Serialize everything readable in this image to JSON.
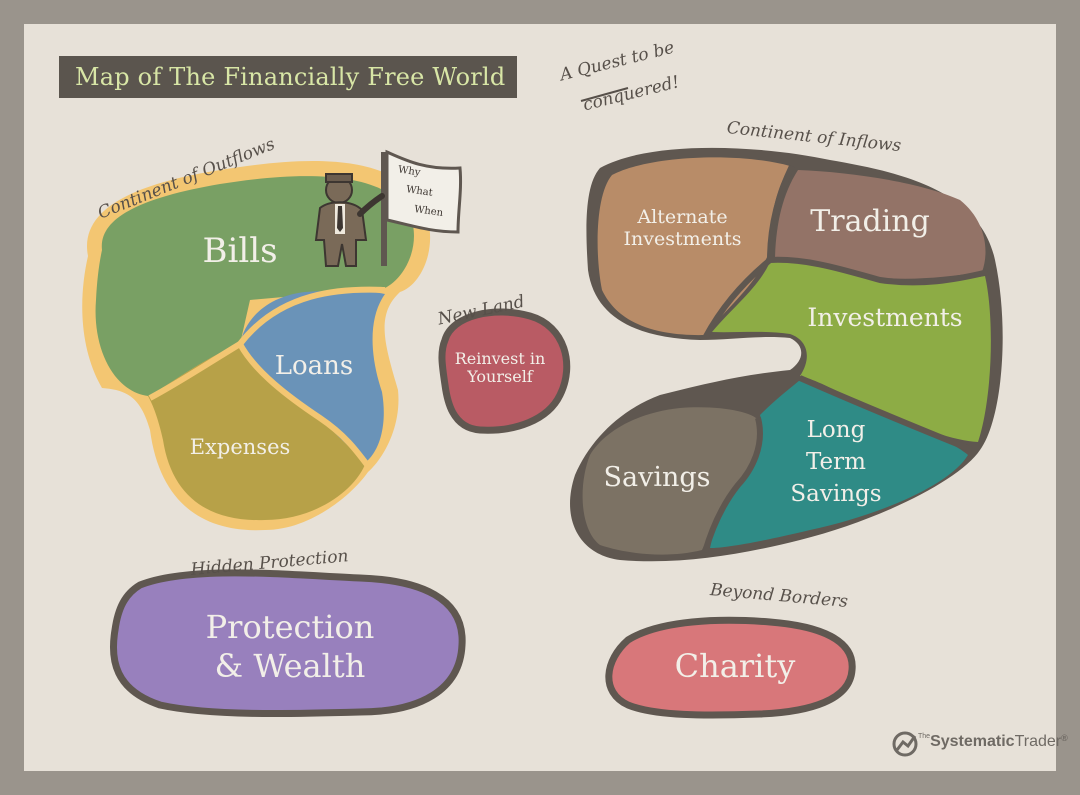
{
  "title": "Map of The Financially Free World",
  "annotations": {
    "quest_line1": "A Quest to be",
    "quest_line2": "conquered!",
    "continent_outflows": "Continent of Outflows",
    "continent_inflows": "Continent of Inflows",
    "new_land": "New Land",
    "hidden_protection": "Hidden Protection",
    "beyond_borders": "Beyond Borders"
  },
  "flag": {
    "line1": "Why",
    "line2": "What",
    "line3": "When"
  },
  "regions": {
    "bills": "Bills",
    "loans": "Loans",
    "expenses": "Expenses",
    "reinvest_line1": "Reinvest in",
    "reinvest_line2": "Yourself",
    "alternate_line1": "Alternate",
    "alternate_line2": "Investments",
    "trading": "Trading",
    "investments": "Investments",
    "long_term_line1": "Long",
    "long_term_line2": "Term",
    "long_term_line3": "Savings",
    "savings": "Savings",
    "protection_line1": "Protection",
    "protection_line2": "& Wealth",
    "charity": "Charity"
  },
  "brand": {
    "prefix": "The",
    "name_bold": "Systematic",
    "name_rest": "Trader",
    "mark": "®"
  },
  "colors": {
    "bills": "#79a064",
    "loans": "#6a93b8",
    "expenses": "#b7a148",
    "outflows_border": "#f3c672",
    "reinvest": "#b95b64",
    "alternate": "#b88c68",
    "trading": "#937367",
    "investments": "#8dac45",
    "long_term": "#2f8b86",
    "savings": "#7c7264",
    "protection": "#9880bd",
    "charity": "#d8777a",
    "outline": "#5f5750",
    "title_text": "#d8e6a6"
  }
}
